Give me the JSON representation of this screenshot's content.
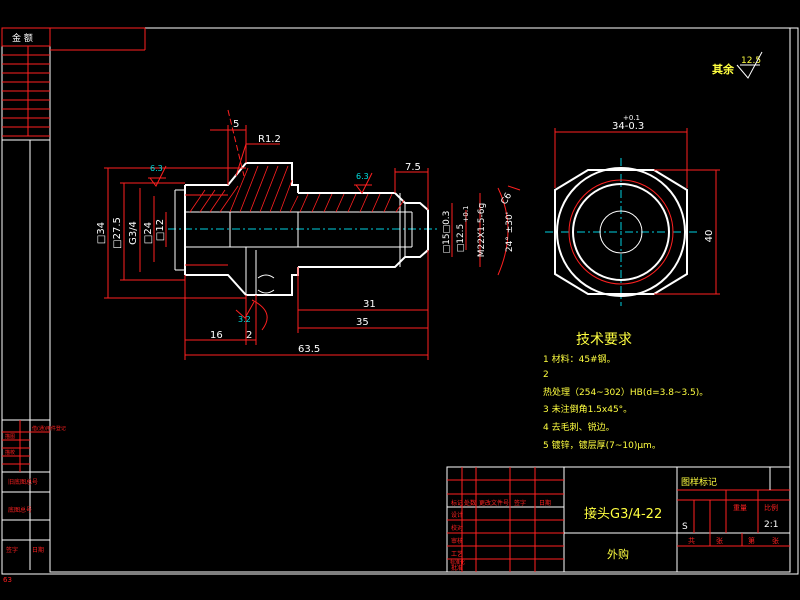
{
  "colors": {
    "background": "#000000",
    "frame": "#ffffff",
    "dimension": "#ff2020",
    "centerline": "#00d0e0",
    "text_yellow": "#ffff40"
  },
  "corner_label": "金 额",
  "roughness": {
    "label": "其余",
    "value": "12.5"
  },
  "dims": {
    "d5": "5",
    "r12": "R1.2",
    "d75": "7.5",
    "surf1": "6.3",
    "surf2": "6.3",
    "surf3": "3.2",
    "c6": "C6",
    "dia34": "□34",
    "dia275": "□27.5",
    "g34": "G3/4",
    "dia24": "□24",
    "dia12": "□12",
    "d15": "□15□0.3",
    "d125": "□12.5",
    "d125tol": "+0.1",
    "m22": "M22X1.5-6g",
    "ang": "24° ±30'",
    "d31": "31",
    "d35": "35",
    "d16": "16",
    "d2": "2",
    "d635": "63.5",
    "w34": "34-0.3",
    "w34tol": "+0.1",
    "h40": "40"
  },
  "tech": {
    "title": "技术要求",
    "items": [
      "1 材料：45#钢。",
      "2",
      "热处理（254~302）HB(d=3.8~3.5)。",
      "3 未注倒角1.5x45°。",
      "4 去毛刺、锐边。",
      "5 镀锌，镀层厚(7~10)μm。"
    ]
  },
  "title_block": {
    "part_name": "接头G3/4-22",
    "process": "外购",
    "scale": "2:1",
    "mark_label": "S",
    "sub_header": "图样标记",
    "r1": "重量",
    "r2": "比例",
    "r3": "共",
    "r4": "张",
    "r5": "第",
    "r6": "张",
    "hdr": [
      "标记",
      "处数",
      "更改文件号",
      "签字",
      "日期"
    ],
    "left_rows": [
      "设计",
      "校对",
      "审核",
      "工艺",
      "标准化",
      "批准"
    ]
  },
  "side_strip": {
    "labels": [
      "旧底图总号",
      "底图总号",
      "签字",
      "日期"
    ],
    "tiny": [
      "描图",
      "描校",
      "借(通)用件登记"
    ],
    "bottom": "63"
  }
}
